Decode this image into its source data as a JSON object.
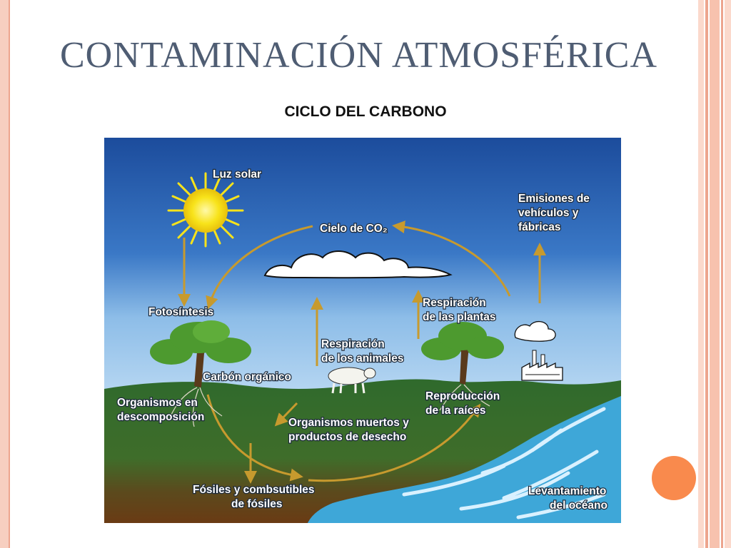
{
  "slide": {
    "title": "CONTAMINACIÓN ATMOSFÉRICA",
    "subtitle": "CICLO DEL CARBONO"
  },
  "diagram": {
    "labels": {
      "luz_solar": "Luz solar",
      "cielo_co2": "Cielo de CO₂",
      "emisiones_1": "Emisiones de",
      "emisiones_2": "vehículos y",
      "emisiones_3": "fábricas",
      "fotosintesis": "Fotosíntesis",
      "resp_plantas_1": "Respiración",
      "resp_plantas_2": "de las plantas",
      "resp_animales_1": "Respiración",
      "resp_animales_2": "de los animales",
      "carbon_organico": "Carbón orgánico",
      "organismos_desc_1": "Organismos en",
      "organismos_desc_2": "descomposición",
      "reproduccion_1": "Reproducción",
      "reproduccion_2": "de la raíces",
      "muertos_1": "Organismos muertos y",
      "muertos_2": "productos de desecho",
      "fosiles_1": "Fósiles y combsutibles",
      "fosiles_2": "de fósiles",
      "levantamiento_1": "Levantamiento",
      "levantamiento_2": "del océano"
    }
  },
  "colors": {
    "sky_top": "#1d4fa0",
    "sky_bottom": "#a6cdf0",
    "ground": "#2f6a2c",
    "soil": "#6a3d15",
    "ocean": "#3ea7d8",
    "arrow": "#c79a2e",
    "sun": "#f8e31a",
    "tree": "#4d9a2f",
    "accent_dot": "#f98a4d",
    "title": "#4f5d73"
  }
}
